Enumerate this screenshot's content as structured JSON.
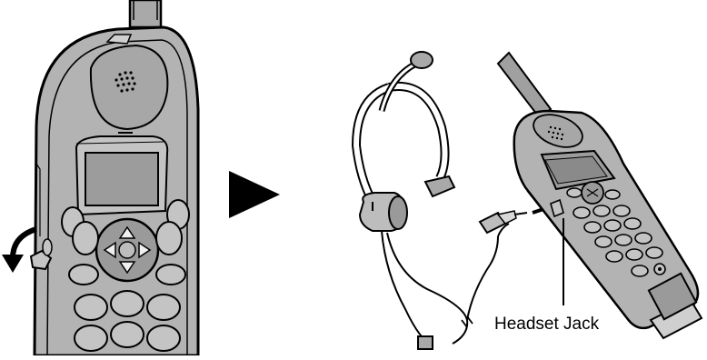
{
  "figure": {
    "headset_jack_label": "Headset Jack",
    "colors": {
      "body_gray": "#b3b3b3",
      "dark_gray": "#8a8a8a",
      "light_gray": "#d9d9d9",
      "outline": "#000000",
      "background": "#ffffff"
    },
    "icons": [
      "handset",
      "arrow-right-icon",
      "curved-arrow-icon",
      "headset",
      "plug",
      "handset-keypad"
    ]
  }
}
